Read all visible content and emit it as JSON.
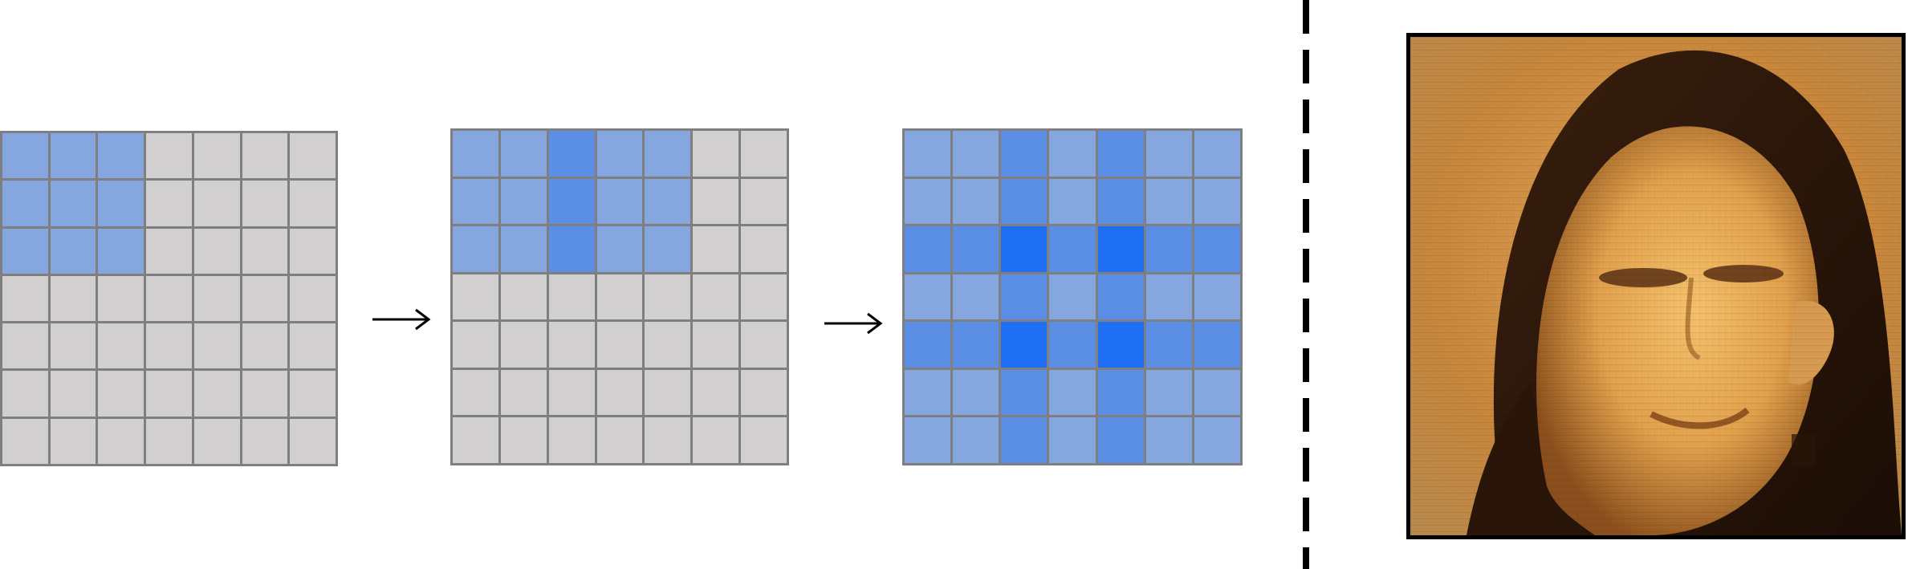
{
  "diagram": {
    "grid_size": [
      7,
      7
    ],
    "colors": {
      "inactive": "#d1cfd0",
      "border": "#7f7f7f",
      "level_1": "#86a6e0",
      "level_2": "#5b8ee5",
      "level_3": "#2f77ee",
      "level_4": "#1f6ff5"
    },
    "stages": [
      {
        "name": "stage-1",
        "levels": [
          [
            1,
            1,
            1,
            0,
            0,
            0,
            0
          ],
          [
            1,
            1,
            1,
            0,
            0,
            0,
            0
          ],
          [
            1,
            1,
            1,
            0,
            0,
            0,
            0
          ],
          [
            0,
            0,
            0,
            0,
            0,
            0,
            0
          ],
          [
            0,
            0,
            0,
            0,
            0,
            0,
            0
          ],
          [
            0,
            0,
            0,
            0,
            0,
            0,
            0
          ],
          [
            0,
            0,
            0,
            0,
            0,
            0,
            0
          ]
        ]
      },
      {
        "name": "stage-2",
        "levels": [
          [
            1,
            1,
            2,
            1,
            1,
            0,
            0
          ],
          [
            1,
            1,
            2,
            1,
            1,
            0,
            0
          ],
          [
            1,
            1,
            2,
            1,
            1,
            0,
            0
          ],
          [
            0,
            0,
            0,
            0,
            0,
            0,
            0
          ],
          [
            0,
            0,
            0,
            0,
            0,
            0,
            0
          ],
          [
            0,
            0,
            0,
            0,
            0,
            0,
            0
          ],
          [
            0,
            0,
            0,
            0,
            0,
            0,
            0
          ]
        ]
      },
      {
        "name": "stage-3",
        "levels": [
          [
            1,
            1,
            2,
            1,
            2,
            1,
            1
          ],
          [
            1,
            1,
            2,
            1,
            2,
            1,
            1
          ],
          [
            2,
            2,
            4,
            2,
            4,
            2,
            2
          ],
          [
            1,
            1,
            2,
            1,
            2,
            1,
            1
          ],
          [
            2,
            2,
            4,
            2,
            4,
            2,
            2
          ],
          [
            1,
            1,
            2,
            1,
            2,
            1,
            1
          ],
          [
            1,
            1,
            2,
            1,
            2,
            1,
            1
          ]
        ]
      }
    ],
    "arrows": [
      "right-arrow",
      "right-arrow"
    ],
    "separator": "dashed-vertical-line",
    "image": "face-portrait"
  }
}
